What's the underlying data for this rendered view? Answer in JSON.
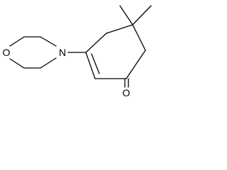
{
  "molecule": {
    "atoms": {
      "morpholine_oxygen": "O",
      "morpholine_nitrogen": "N",
      "ketone_oxygen": "O"
    },
    "colors": {
      "bond": "#000000",
      "text": "#000000",
      "background": "#ffffff"
    }
  }
}
